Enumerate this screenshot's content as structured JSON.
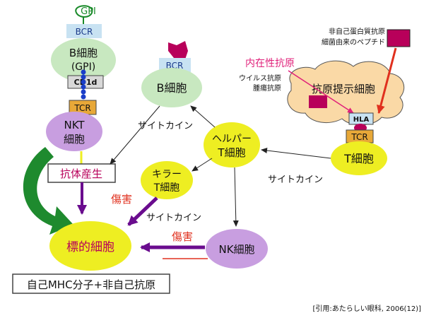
{
  "colors": {
    "yellow": "#eeee22",
    "green": "#c8e8c0",
    "purple": "#c89ee0",
    "bcr_box": "#c8e2f2",
    "tcr_box": "#e8a838",
    "cd1d_box": "#d8d8d8",
    "apc_tan": "#fad9a6",
    "magenta": "#b8005a",
    "dark_purple": "#6a0c8e",
    "arrow_green": "#1e8a2e",
    "red": "#e0301e",
    "pink": "#e0207a",
    "chain_blue": "#1a3ec8",
    "gpi_green": "#1a8a2a"
  },
  "nkt_complex": {
    "gpi": "GPI",
    "bcr": "BCR",
    "b_cell_line1": "B細胞",
    "b_cell_line2": "(GPI)",
    "cd1d": "CD1d",
    "tcr": "TCR",
    "nkt_line1": "NKT",
    "nkt_line2": "細胞"
  },
  "antibody_box": "抗体産生",
  "mhc_box": "自己MHC分子+非自己抗原",
  "target_cell": "標的細胞",
  "b_cell": {
    "bcr": "BCR",
    "label": "B細胞"
  },
  "helper_t": {
    "line1": "ヘルパー",
    "line2": "T細胞"
  },
  "killer_t": {
    "line1": "キラー",
    "line2": "T細胞"
  },
  "nk_cell": "NK細胞",
  "right_t_cell": {
    "label": "T細胞",
    "tcr": "TCR",
    "hla": "HLA"
  },
  "apc": {
    "label": "抗原提示細胞",
    "intrinsic_label": "内在性抗原",
    "intrinsic_sub1": "ウイルス抗原",
    "intrinsic_sub2": "腫瘍抗原",
    "foreign_line1": "非自己蛋白質抗原",
    "foreign_line2": "細菌由来のペプチド"
  },
  "cytokine_labels": [
    "サイトカイン",
    "サイトカイン",
    "サイトカイン"
  ],
  "damage_labels": [
    "傷害",
    "傷害"
  ],
  "citation": "[引用:あたらしい眼科, 2006(12)]"
}
